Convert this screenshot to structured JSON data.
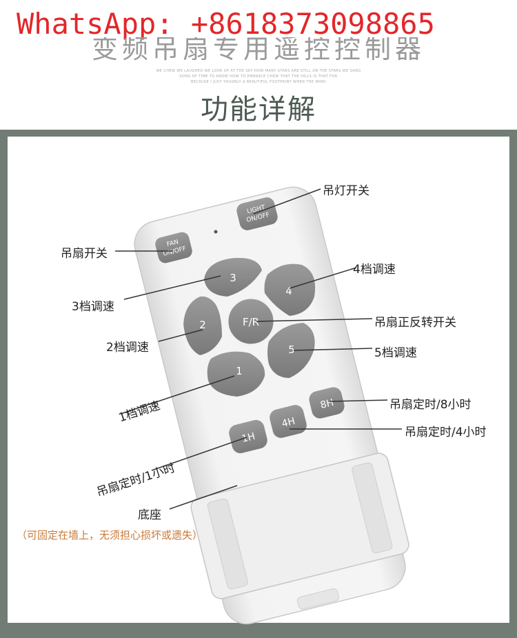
{
  "watermark": "WhatsApp: +8618373098865",
  "header": {
    "partial_title": "变频吊扇专用遥控控制器",
    "tagline_1": "WE CHEW WE LAUGHED WE LOOK UP AT THE SKY HOW MANY STARS ARE STILL ON THE STARS WE SANG",
    "tagline_2": "SONG OF TIME TO KNOW HOW TO EMBRACE CHEW THAT THE HILLS IS THAT FOR",
    "tagline_3": "BECAUSE I JUST YOUONLY A BEAUTIFUL FOOTPRINT WHEN THE WIND",
    "section_title": "功能详解"
  },
  "remote": {
    "fan_key": [
      "FAN",
      "ON/OFF"
    ],
    "light_key": [
      "LIGHT",
      "ON/OFF"
    ],
    "speed_1": "1",
    "speed_2": "2",
    "speed_3": "3",
    "speed_4": "4",
    "speed_5": "5",
    "reverse_key": "F/R",
    "timer_1h": "1H",
    "timer_4h": "4H",
    "timer_8h": "8H"
  },
  "callouts": {
    "light_switch": "吊灯开关",
    "fan_switch": "吊扇开关",
    "speed_4": "4档调速",
    "speed_3": "3档调速",
    "reverse_switch": "吊扇正反转开关",
    "speed_2": "2档调速",
    "speed_5": "5档调速",
    "speed_1": "1档调速",
    "timer_8h": "吊扇定时/8小时",
    "timer_4h": "吊扇定时/4小时",
    "timer_1h": "吊扇定时/1小时",
    "base": "底座"
  },
  "note": "（可固定在墙上，无须担心损坏或遗失）",
  "colors": {
    "watermark": "#e2272b",
    "frame": "#717c74",
    "button": "#8b8b8b",
    "remote_body": "#f4f4f4",
    "note": "#c87a3a"
  }
}
